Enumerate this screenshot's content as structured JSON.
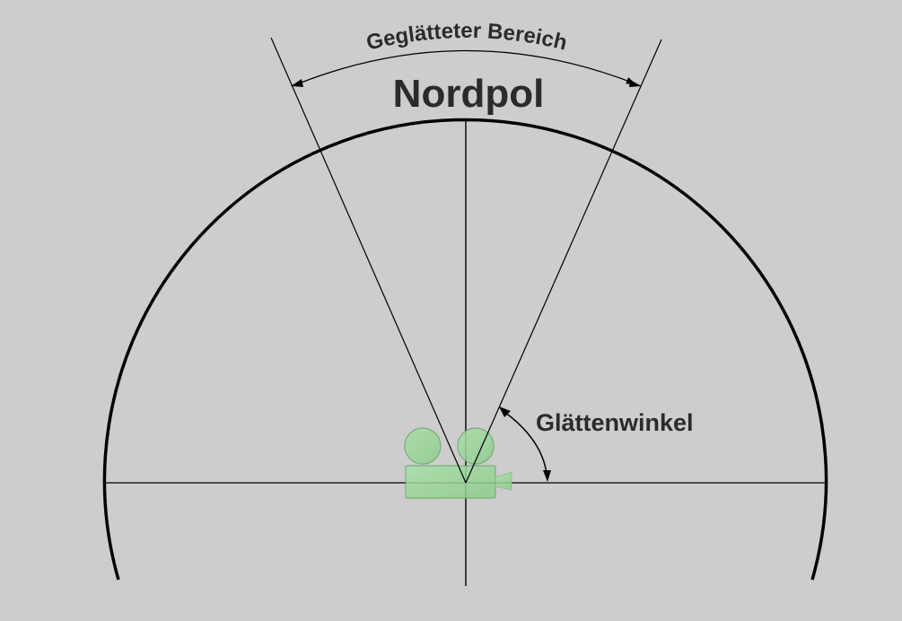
{
  "diagram": {
    "title": "Nordpol",
    "smoothed_region_label": "Geglätteter Bereich",
    "smoothing_angle_label": "Glättenwinkel",
    "camera_icon": "video-camera-icon",
    "colors": {
      "background": "#cdcdcd",
      "lines": "#000000",
      "text": "#2b2b2b",
      "camera_fill": "#9ed89e",
      "camera_stroke": "#6aa86a"
    }
  }
}
